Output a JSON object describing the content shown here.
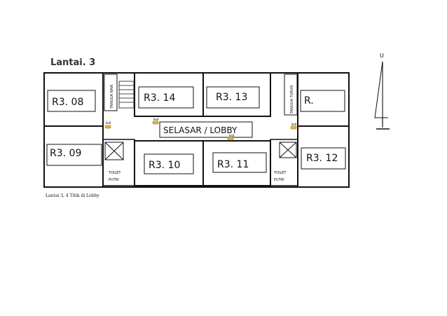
{
  "floor_title": "Lantai. 3",
  "rooms": {
    "r308": "R3. 08",
    "r309": "R3. 09",
    "r314": "R3. 14",
    "r313": "R3. 13",
    "r310": "R3. 10",
    "r311": "R3. 11",
    "r312": "R3. 12",
    "rpartial": "R."
  },
  "lobby": "SELASAR / LOBBY",
  "stairs": {
    "up": "TANGGA NAIK",
    "down": "TANGGA TURUN"
  },
  "toilets": {
    "left_line1": "TOILET",
    "left_line2": "PUTRI",
    "right_line1": "TOILET",
    "right_line2": "PUTRI"
  },
  "points": {
    "p1": "8x8",
    "p2": "8x8",
    "p3": "8x8",
    "p4": "8x8"
  },
  "north_label": "U",
  "caption": "Lantai 3, 4 Titik di Lobby",
  "colors": {
    "wall": "#111111",
    "point": "#e8b23a"
  }
}
